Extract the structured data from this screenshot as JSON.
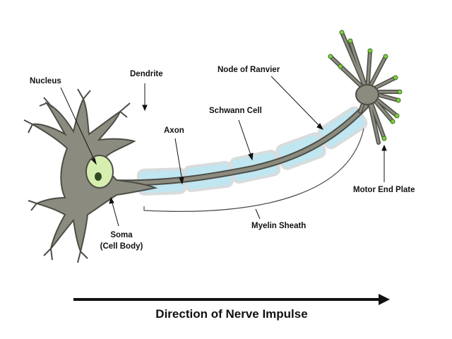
{
  "diagram": {
    "labels": {
      "nucleus": "Nucleus",
      "dendrite": "Dendrite",
      "node_of_ranvier": "Node of Ranvier",
      "schwann_cell": "Schwann Cell",
      "axon": "Axon",
      "motor_end_plate": "Motor End Plate",
      "myelin_sheath": "Myelin Sheath",
      "soma_line1": "Soma",
      "soma_line2": "(Cell Body)"
    },
    "direction_caption": "Direction of Nerve Impulse"
  },
  "colors": {
    "cell_body": "#8c8b7f",
    "cell_outline": "#4d4d46",
    "nucleus": "#d6efb0",
    "nucleolus": "#2f4a21",
    "myelin": "#bfe6f1",
    "myelin_outline": "#d0d5d7",
    "terminal_bulb": "#7dce45",
    "arrow": "#111111"
  },
  "icons": {
    "direction_arrow": "arrow-right-icon"
  }
}
